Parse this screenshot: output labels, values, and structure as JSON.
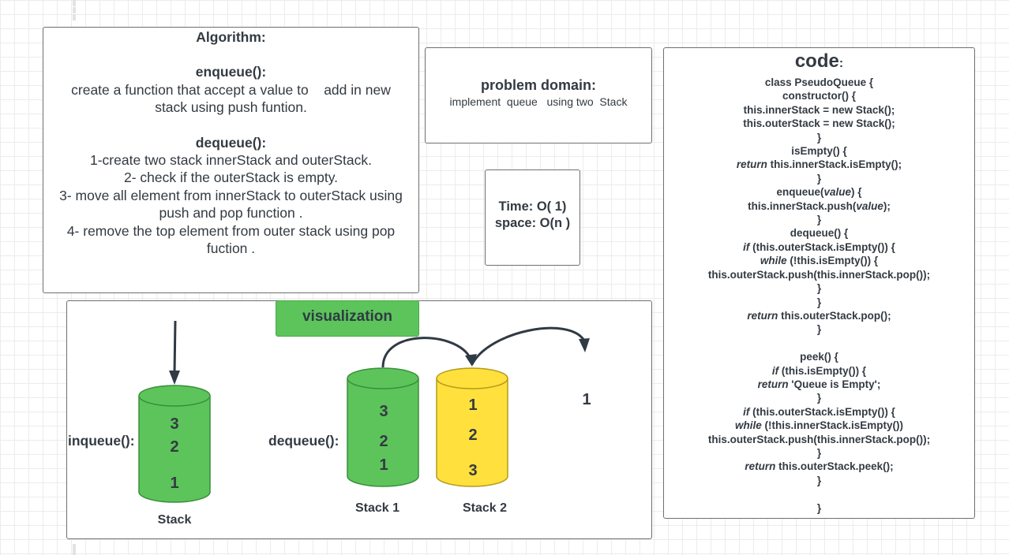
{
  "algorithm": {
    "title": "Algorithm:",
    "enqueue_heading": "enqueue():",
    "enqueue_lines": [
      "create a function that accept a value to    add in new",
      "stack using push funtion."
    ],
    "dequeue_heading": "dequeue():",
    "dequeue_lines": [
      "1-create two stack innerStack and outerStack.",
      "2- check if the outerStack is empty.",
      "3- move all element from innerStack to outerStack using",
      "push and pop function .",
      "4- remove the top element from outer stack using pop",
      "fuction ."
    ]
  },
  "problem": {
    "title": "problem domain:",
    "description": "implement  queue   using two  Stack"
  },
  "complexity": {
    "time": "Time: O( 1)",
    "space": "space: O(n )"
  },
  "code": {
    "title": "code",
    "title_colon": ":",
    "lines": [
      "class PseudoQueue {",
      "constructor() {",
      "this.innerStack = new Stack();",
      "this.outerStack = new Stack();",
      "}",
      "isEmpty() {",
      "*return* this.innerStack.isEmpty();",
      "}",
      "enqueue(*value*) {",
      "this.innerStack.push(*value*);",
      "}",
      "dequeue() {",
      "*if* (this.outerStack.isEmpty()) {",
      "*while* (!this.isEmpty()) {",
      "this.outerStack.push(this.innerStack.pop());",
      "}",
      "}",
      "*return* this.outerStack.pop();",
      "}",
      "",
      "peek() {",
      "*if* (this.isEmpty()) {",
      "*return* 'Queue is Empty';",
      "}",
      "*if* (this.outerStack.isEmpty()) {",
      "*while* (!this.innerStack.isEmpty())",
      "this.outerStack.push(this.innerStack.pop());",
      "}",
      "*return* this.outerStack.peek();",
      "}",
      "",
      "}"
    ]
  },
  "visualization": {
    "button": "visualization",
    "inqueue_label": "inqueue():",
    "dequeue_label": "dequeue():",
    "stack_caption": "Stack",
    "stack_values": [
      "3",
      "2",
      "1"
    ],
    "stack1_caption": "Stack 1",
    "stack1_values": [
      "3",
      "2",
      "1"
    ],
    "stack2_caption": "Stack 2",
    "stack2_values": [
      "1",
      "2",
      "3"
    ],
    "output_value": "1",
    "colors": {
      "green": "#5cc45b",
      "green_stroke": "#3a8e3a",
      "yellow": "#ffe03c",
      "yellow_stroke": "#b39a1c",
      "arrow": "#2f3a44"
    }
  }
}
